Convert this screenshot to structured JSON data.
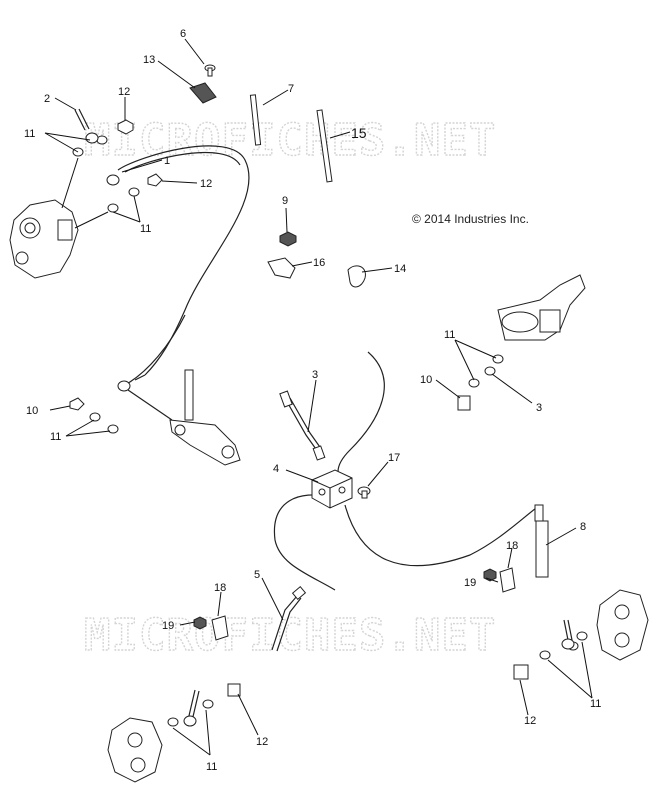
{
  "copyright": "© 2014 Industries Inc.",
  "watermark": "MICROFICHES.NET",
  "callouts": {
    "c1": "1",
    "c2": "2",
    "c3a": "3",
    "c3b": "3",
    "c4": "4",
    "c5": "5",
    "c6": "6",
    "c7": "7",
    "c8": "8",
    "c9": "9",
    "c10a": "10",
    "c10b": "10",
    "c11a": "11",
    "c11b": "11",
    "c11c": "11",
    "c11d": "11",
    "c11e": "11",
    "c11f": "11",
    "c12a": "12",
    "c12b": "12",
    "c12c": "12",
    "c12d": "12",
    "c13": "13",
    "c14": "14",
    "c15": "15",
    "c16": "16",
    "c17": "17",
    "c18a": "18",
    "c18b": "18",
    "c19a": "19",
    "c19b": "19"
  }
}
